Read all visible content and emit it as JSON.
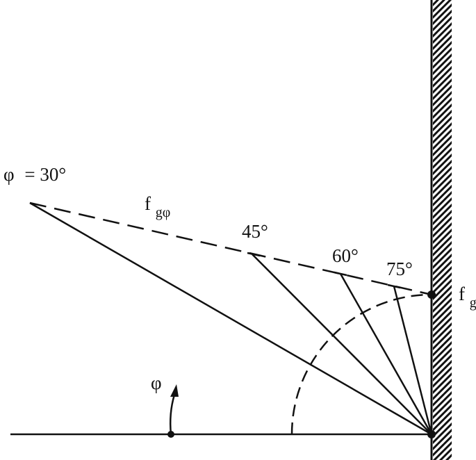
{
  "labels": {
    "phi30_prefix": "φ",
    "phi30_value": "= 30°",
    "fgphi_main": "f",
    "fgphi_sub": "gφ",
    "deg45": "45°",
    "deg60": "60°",
    "deg75": "75°",
    "fg_main": "f",
    "fg_sub": "g",
    "phi_arrow": "φ"
  },
  "colors": {
    "ink": "#111111",
    "background": "#ffffff"
  }
}
